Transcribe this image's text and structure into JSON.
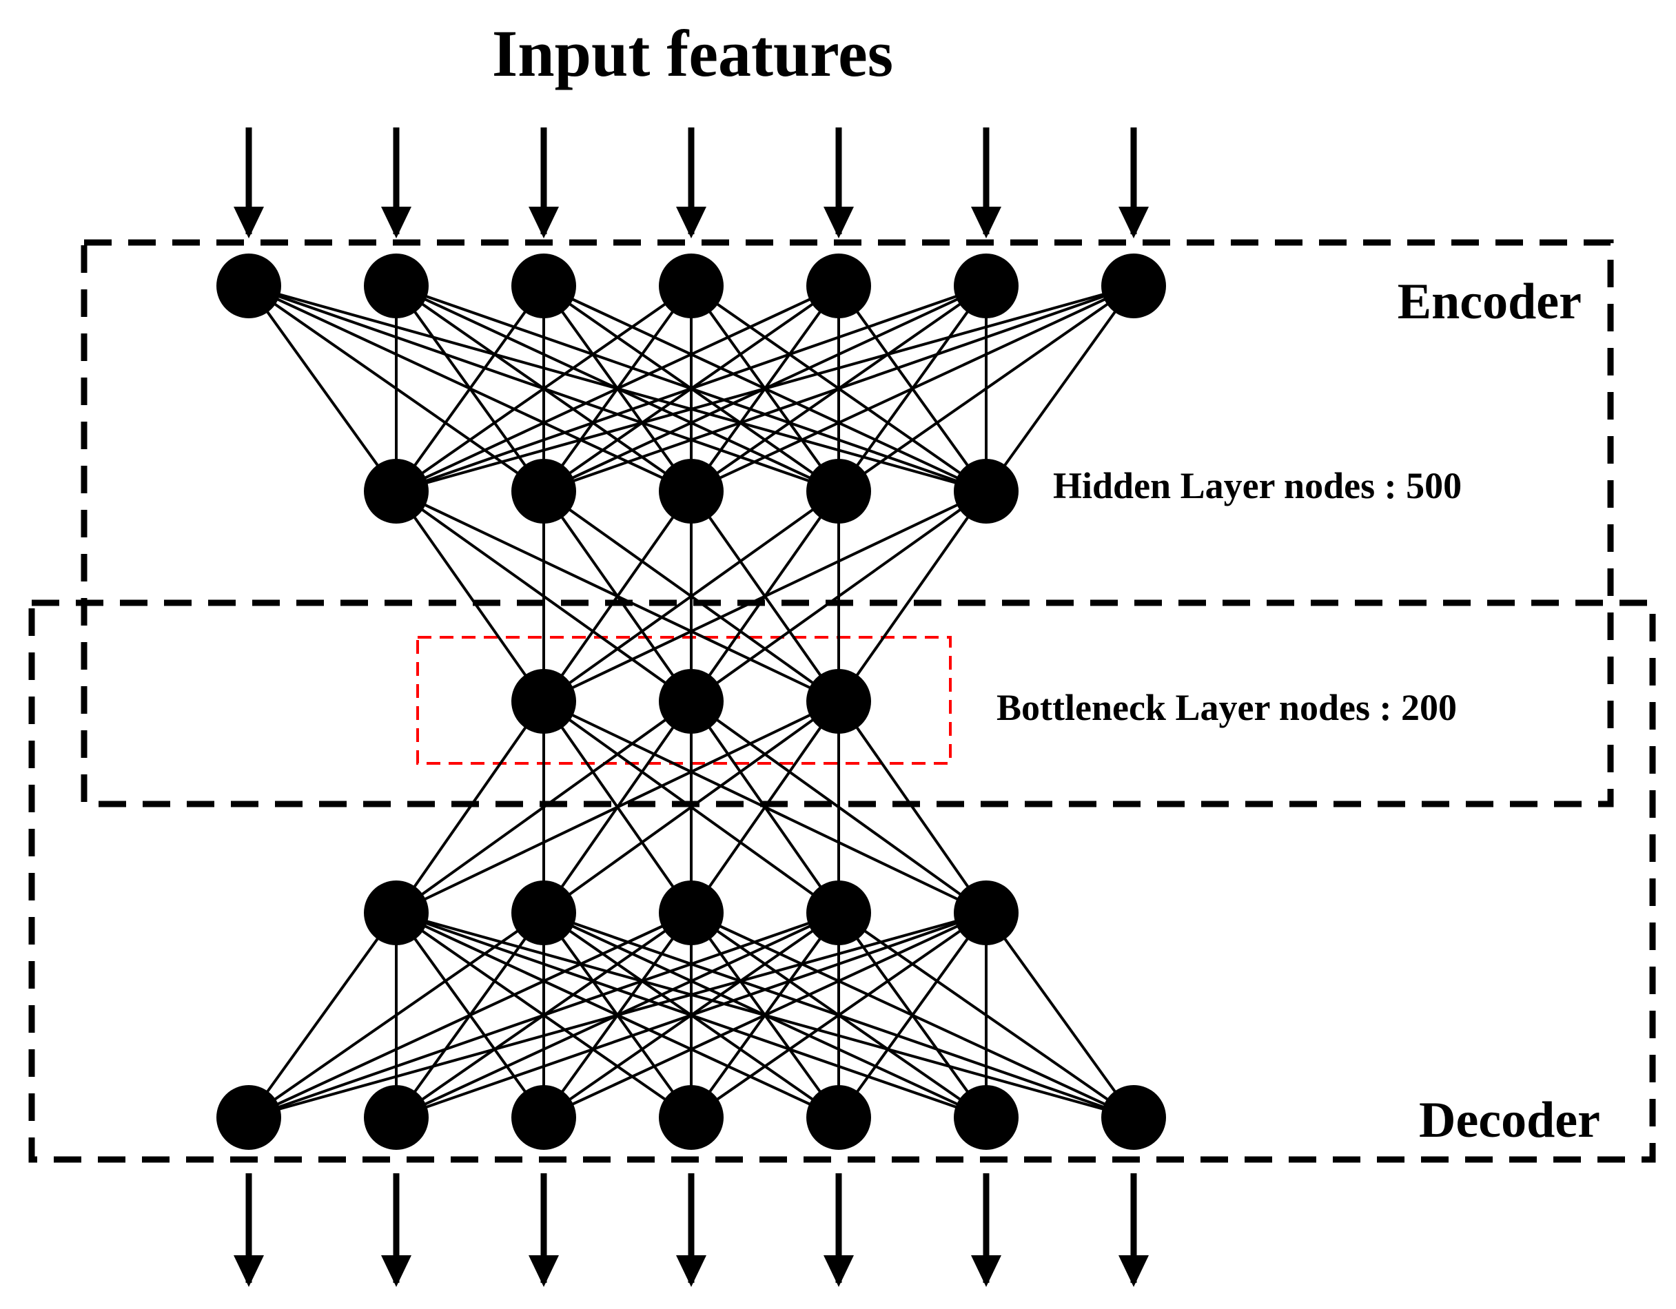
{
  "title": "Input features",
  "encoder_label": "Encoder",
  "decoder_label": "Decoder",
  "hidden_layer_label": "Hidden Layer nodes : 500",
  "bottleneck_layer_label": "Bottleneck Layer nodes : 200",
  "layers": [
    {
      "name": "input",
      "nodes": 7
    },
    {
      "name": "hidden-encoder",
      "nodes": 5
    },
    {
      "name": "bottleneck",
      "nodes": 3
    },
    {
      "name": "hidden-decoder",
      "nodes": 5
    },
    {
      "name": "output",
      "nodes": 7
    }
  ],
  "input_arrows": 7,
  "output_arrows": 7,
  "colors": {
    "node": "#000000",
    "edge": "#000000",
    "group_border": "#000000",
    "bottleneck_border": "#ff0000"
  }
}
